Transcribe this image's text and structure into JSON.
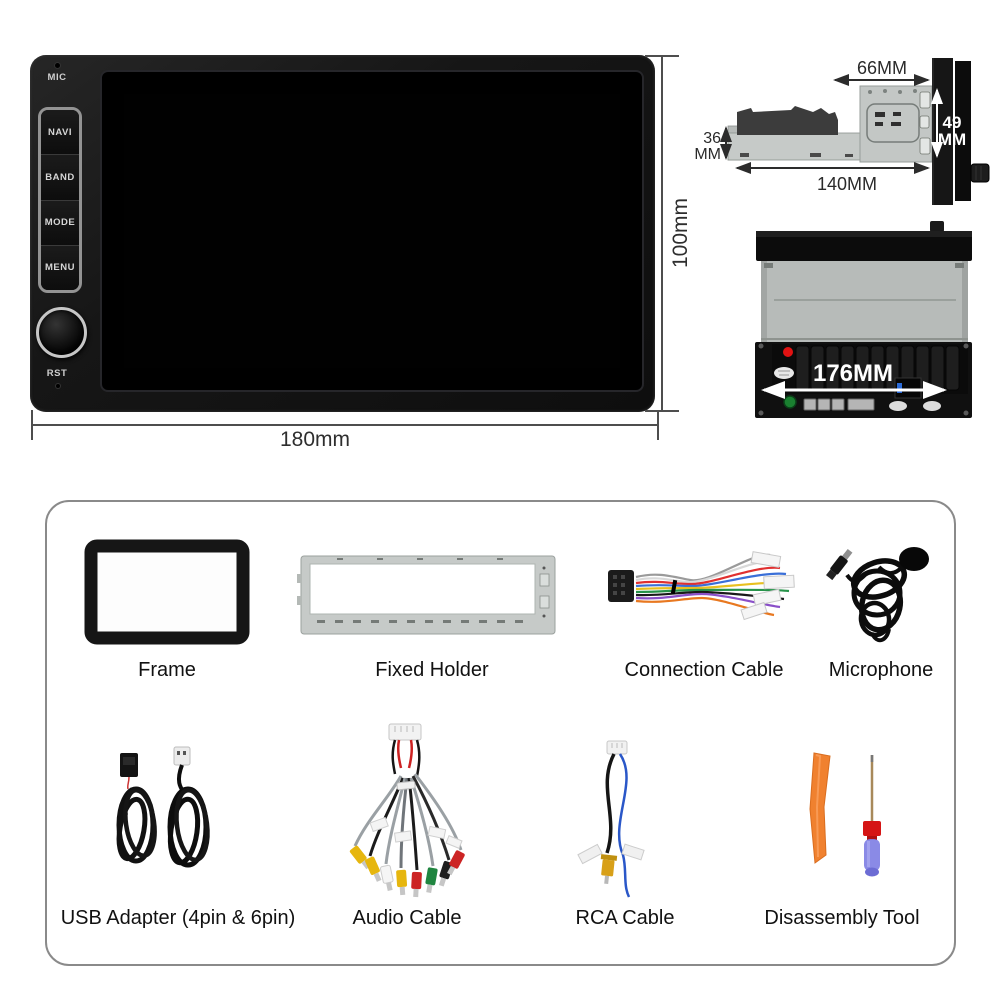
{
  "front_view": {
    "mic": "MIC",
    "buttons": [
      "NAVI",
      "BAND",
      "MODE",
      "MENU"
    ],
    "rst": "RST",
    "width": "180mm",
    "height": "100mm"
  },
  "side_view": {
    "top_width": "66MM",
    "face_height": "49",
    "face_height_unit": "MM",
    "chassis_height": "36",
    "chassis_height_unit": "MM",
    "depth": "140MM"
  },
  "rear_view": {
    "width": "176MM"
  },
  "accessories": {
    "items": [
      {
        "id": "frame",
        "label": "Frame"
      },
      {
        "id": "fixed-holder",
        "label": "Fixed Holder"
      },
      {
        "id": "connection-cable",
        "label": "Connection Cable"
      },
      {
        "id": "microphone",
        "label": "Microphone"
      },
      {
        "id": "usb-adapter",
        "label": "USB Adapter (4pin & 6pin)"
      },
      {
        "id": "audio-cable",
        "label": "Audio Cable"
      },
      {
        "id": "rca-cable",
        "label": "RCA Cable"
      },
      {
        "id": "disassembly-tool",
        "label": "Disassembly Tool"
      }
    ]
  },
  "colors": {
    "dimension_line": "#4e4e4e",
    "panel_border": "#8a8a8a",
    "tool_orange": "#f0812f",
    "led_red": "#e11212",
    "rca_yellow": "#e6b60e"
  }
}
